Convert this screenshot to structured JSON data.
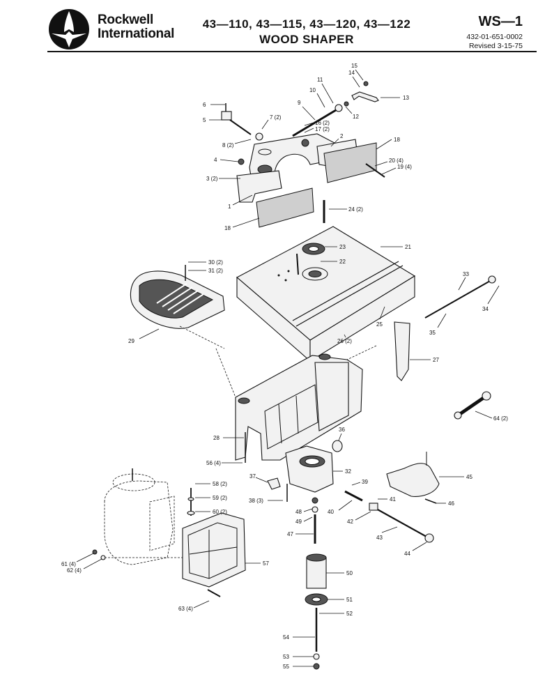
{
  "header": {
    "company_line1": "Rockwell",
    "company_line2": "International",
    "models": "43—110, 43—115, 43—120, 43—122",
    "product": "WOOD SHAPER",
    "doc_code": "WS—1",
    "part_number": "432-01-651-0002",
    "revised": "Revised 3-15-75"
  },
  "callouts": [
    {
      "id": "c15",
      "label": "15"
    },
    {
      "id": "c14",
      "label": "14"
    },
    {
      "id": "c11",
      "label": "11"
    },
    {
      "id": "c10",
      "label": "10"
    },
    {
      "id": "c13",
      "label": "13"
    },
    {
      "id": "c9",
      "label": "9"
    },
    {
      "id": "c12",
      "label": "12"
    },
    {
      "id": "c6",
      "label": "6"
    },
    {
      "id": "c7",
      "label": "7 (2)"
    },
    {
      "id": "c5",
      "label": "5"
    },
    {
      "id": "c16",
      "label": "16 (2)"
    },
    {
      "id": "c17",
      "label": "17 (2)"
    },
    {
      "id": "c8",
      "label": "8 (2)"
    },
    {
      "id": "c2",
      "label": "2"
    },
    {
      "id": "c18a",
      "label": "18"
    },
    {
      "id": "c4",
      "label": "4"
    },
    {
      "id": "c20",
      "label": "20 (4)"
    },
    {
      "id": "c19",
      "label": "19 (4)"
    },
    {
      "id": "c3",
      "label": "3 (2)"
    },
    {
      "id": "c1",
      "label": "1"
    },
    {
      "id": "c24",
      "label": "24 (2)"
    },
    {
      "id": "c18b",
      "label": "18"
    },
    {
      "id": "c23",
      "label": "23"
    },
    {
      "id": "c21",
      "label": "21"
    },
    {
      "id": "c22",
      "label": "22"
    },
    {
      "id": "c30",
      "label": "30 (2)"
    },
    {
      "id": "c31",
      "label": "31 (2)"
    },
    {
      "id": "c33",
      "label": "33"
    },
    {
      "id": "c34",
      "label": "34"
    },
    {
      "id": "c25",
      "label": "25"
    },
    {
      "id": "c35",
      "label": "35"
    },
    {
      "id": "c29",
      "label": "29"
    },
    {
      "id": "c26",
      "label": "26 (2)"
    },
    {
      "id": "c27",
      "label": "27"
    },
    {
      "id": "c64",
      "label": "64 (2)"
    },
    {
      "id": "c36",
      "label": "36"
    },
    {
      "id": "c28",
      "label": "28"
    },
    {
      "id": "c56",
      "label": "56 (4)"
    },
    {
      "id": "c32",
      "label": "32"
    },
    {
      "id": "c45",
      "label": "45"
    },
    {
      "id": "c37",
      "label": "37"
    },
    {
      "id": "c58",
      "label": "58 (2)"
    },
    {
      "id": "c39",
      "label": "39"
    },
    {
      "id": "c59",
      "label": "59 (2)"
    },
    {
      "id": "c38",
      "label": "38 (3)"
    },
    {
      "id": "c41",
      "label": "41"
    },
    {
      "id": "c46",
      "label": "46"
    },
    {
      "id": "c48",
      "label": "48"
    },
    {
      "id": "c40",
      "label": "40"
    },
    {
      "id": "c60",
      "label": "60 (2)"
    },
    {
      "id": "c49",
      "label": "49"
    },
    {
      "id": "c42",
      "label": "42"
    },
    {
      "id": "c47",
      "label": "47"
    },
    {
      "id": "c43",
      "label": "43"
    },
    {
      "id": "c44",
      "label": "44"
    },
    {
      "id": "c61",
      "label": "61 (4)"
    },
    {
      "id": "c62",
      "label": "62 (4)"
    },
    {
      "id": "c57",
      "label": "57"
    },
    {
      "id": "c50",
      "label": "50"
    },
    {
      "id": "c51",
      "label": "51"
    },
    {
      "id": "c63",
      "label": "63 (4)"
    },
    {
      "id": "c52",
      "label": "52"
    },
    {
      "id": "c54",
      "label": "54"
    },
    {
      "id": "c53",
      "label": "53"
    },
    {
      "id": "c55",
      "label": "55"
    }
  ]
}
